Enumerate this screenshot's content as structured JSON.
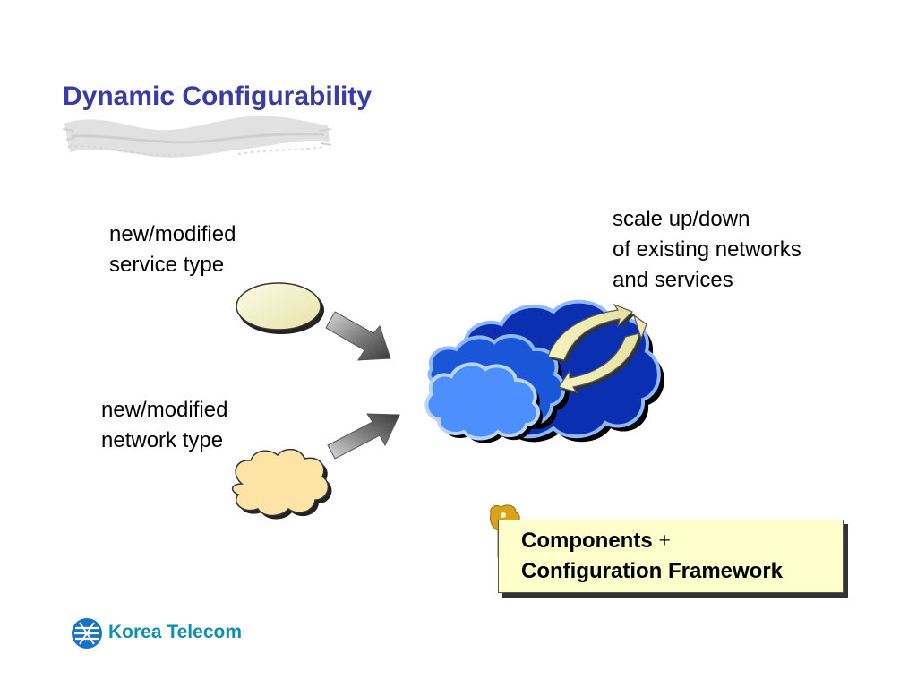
{
  "slide": {
    "title": "Dynamic Configurability"
  },
  "labels": {
    "service": [
      "new/modified",
      "service type"
    ],
    "network": [
      "new/modified",
      "network type"
    ],
    "scale": [
      "scale up/down",
      "of existing networks",
      "and services"
    ]
  },
  "framework": {
    "line1_bold": "Components",
    "line1_plus": "+",
    "line2": "Configuration Framework"
  },
  "footer": {
    "brand": "Korea Telecom"
  },
  "icons": {
    "key": "key-icon",
    "logo": "korea-telecom-logo-icon"
  },
  "colors": {
    "title": "#3b3ba8",
    "cloud_dark": "#0a2fb0",
    "cloud_mid": "#1a56d8",
    "cloud_light": "#4d8fff",
    "ellipse_fill": "#f2efbe",
    "small_cloud_fill": "#fde3a5",
    "framework_box": "#ffffcc",
    "key": "#d9a21b",
    "brand": "#0f8fae"
  }
}
